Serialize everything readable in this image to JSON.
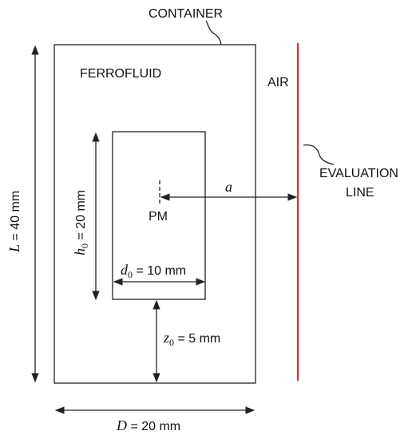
{
  "labels": {
    "container": "CONTAINER",
    "ferrofluid": "FERROFLUID",
    "air": "AIR",
    "evaluation_line_1": "EVALUATION",
    "evaluation_line_2": "LINE",
    "pm": "PM",
    "a": "a"
  },
  "dimensions": {
    "L": {
      "symbol": "L",
      "subscript": "",
      "text": " = 40 mm"
    },
    "h0": {
      "symbol": "h",
      "subscript": "0",
      "text": " = 20 mm"
    },
    "d0": {
      "symbol": "d",
      "subscript": "0",
      "text": " = 10 mm"
    },
    "z0": {
      "symbol": "z",
      "subscript": "0",
      "text": " = 5 mm"
    },
    "D": {
      "symbol": "D",
      "subscript": "",
      "text": " = 20 mm"
    }
  },
  "colors": {
    "evaluation_line": "#e8242b",
    "stroke": "#222222"
  }
}
